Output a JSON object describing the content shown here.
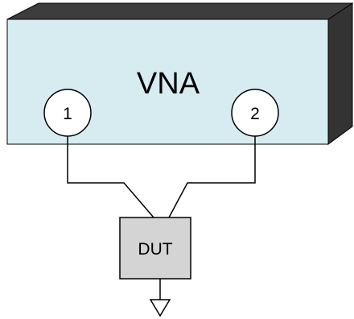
{
  "diagram": {
    "instrument_label": "VNA",
    "ports": [
      {
        "label": "1"
      },
      {
        "label": "2"
      }
    ],
    "device_label": "DUT"
  },
  "colors": {
    "instrument_front": "#d6ecf1",
    "instrument_top": "#3d3d3d",
    "instrument_side": "#333333",
    "device_fill": "#d4d4d4",
    "stroke": "#000000"
  }
}
